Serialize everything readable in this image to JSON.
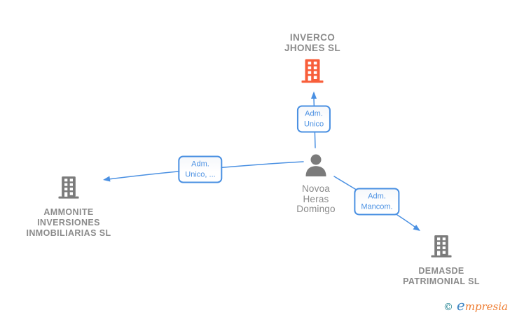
{
  "diagram": {
    "background": "#ffffff",
    "colors": {
      "edge_blue": "#4a90e2",
      "highlight_company_orange": "#f85e3a",
      "entity_gray": "#7b7b7b",
      "label_text_gray": "#8b8b8b"
    },
    "icons": {
      "company": "building-icon",
      "person": "person-icon"
    },
    "nodes": {
      "inverco": {
        "label": "INVERCO\nJHONES SL",
        "type": "company",
        "highlighted": true
      },
      "person": {
        "label": "Novoa\nHeras\nDomingo",
        "type": "person"
      },
      "ammonite": {
        "label": "AMMONITE\nINVERSIONES\nINMOBILIARIAS SL",
        "type": "company"
      },
      "demasde": {
        "label": "DEMASDE\nPATRIMONIAL SL",
        "type": "company"
      }
    },
    "edges": [
      {
        "from": "person",
        "to": "inverco",
        "label": "Adm.\nUnico"
      },
      {
        "from": "person",
        "to": "ammonite",
        "label": "Adm.\nUnico, ..."
      },
      {
        "from": "person",
        "to": "demasde",
        "label": "Adm.\nMancom."
      }
    ]
  },
  "watermark": {
    "copyright": "©",
    "brand_initial": "e",
    "brand_rest": "mpresia"
  }
}
